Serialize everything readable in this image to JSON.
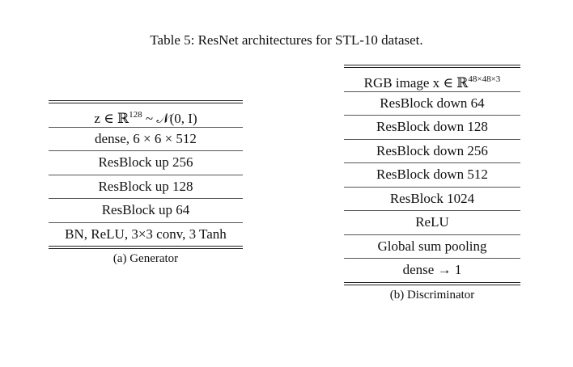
{
  "caption": "Table 5: ResNet architectures for STL-10 dataset.",
  "generator": {
    "rows": [
      {
        "pre": "z ∈ ℝ",
        "sup": "128",
        "post": " ~ 𝒩(0, I)"
      },
      {
        "text": "dense, 6 × 6 × 512"
      },
      {
        "text": "ResBlock up 256"
      },
      {
        "text": "ResBlock up 128"
      },
      {
        "text": "ResBlock up 64"
      },
      {
        "text": "BN, ReLU, 3×3 conv, 3 Tanh"
      }
    ],
    "caption": "(a) Generator"
  },
  "discriminator": {
    "rows": [
      {
        "pre": "RGB image x ∈ ℝ",
        "sup": "48×48×3"
      },
      {
        "text": "ResBlock down 64"
      },
      {
        "text": "ResBlock down 128"
      },
      {
        "text": "ResBlock down 256"
      },
      {
        "text": "ResBlock down 512"
      },
      {
        "text": "ResBlock 1024"
      },
      {
        "text": "ReLU"
      },
      {
        "text": "Global sum pooling"
      },
      {
        "text": "dense → 1"
      }
    ],
    "caption": "(b) Discriminator"
  }
}
